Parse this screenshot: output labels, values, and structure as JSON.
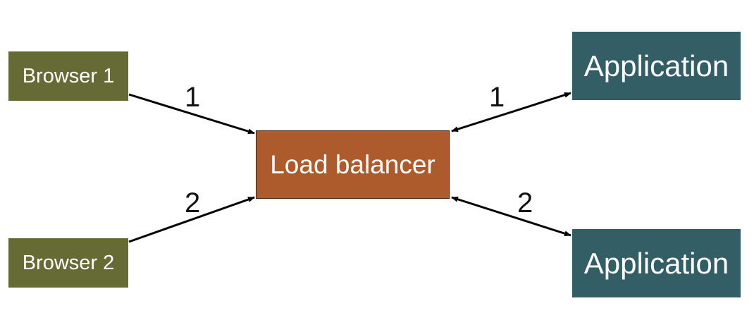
{
  "nodes": {
    "browser1": {
      "label": "Browser 1",
      "color": "#666a35"
    },
    "browser2": {
      "label": "Browser 2",
      "color": "#666a35"
    },
    "load_balancer": {
      "label": "Load balancer",
      "color": "#ad5a2d"
    },
    "application1": {
      "label": "Application",
      "color": "#335e66"
    },
    "application2": {
      "label": "Application",
      "color": "#335e66"
    }
  },
  "edges": [
    {
      "from": "browser1",
      "to": "load_balancer",
      "label": "1",
      "direction": "forward"
    },
    {
      "from": "browser2",
      "to": "load_balancer",
      "label": "2",
      "direction": "forward"
    },
    {
      "from": "load_balancer",
      "to": "application1",
      "label": "1",
      "direction": "both"
    },
    {
      "from": "load_balancer",
      "to": "application2",
      "label": "2",
      "direction": "both"
    }
  ]
}
